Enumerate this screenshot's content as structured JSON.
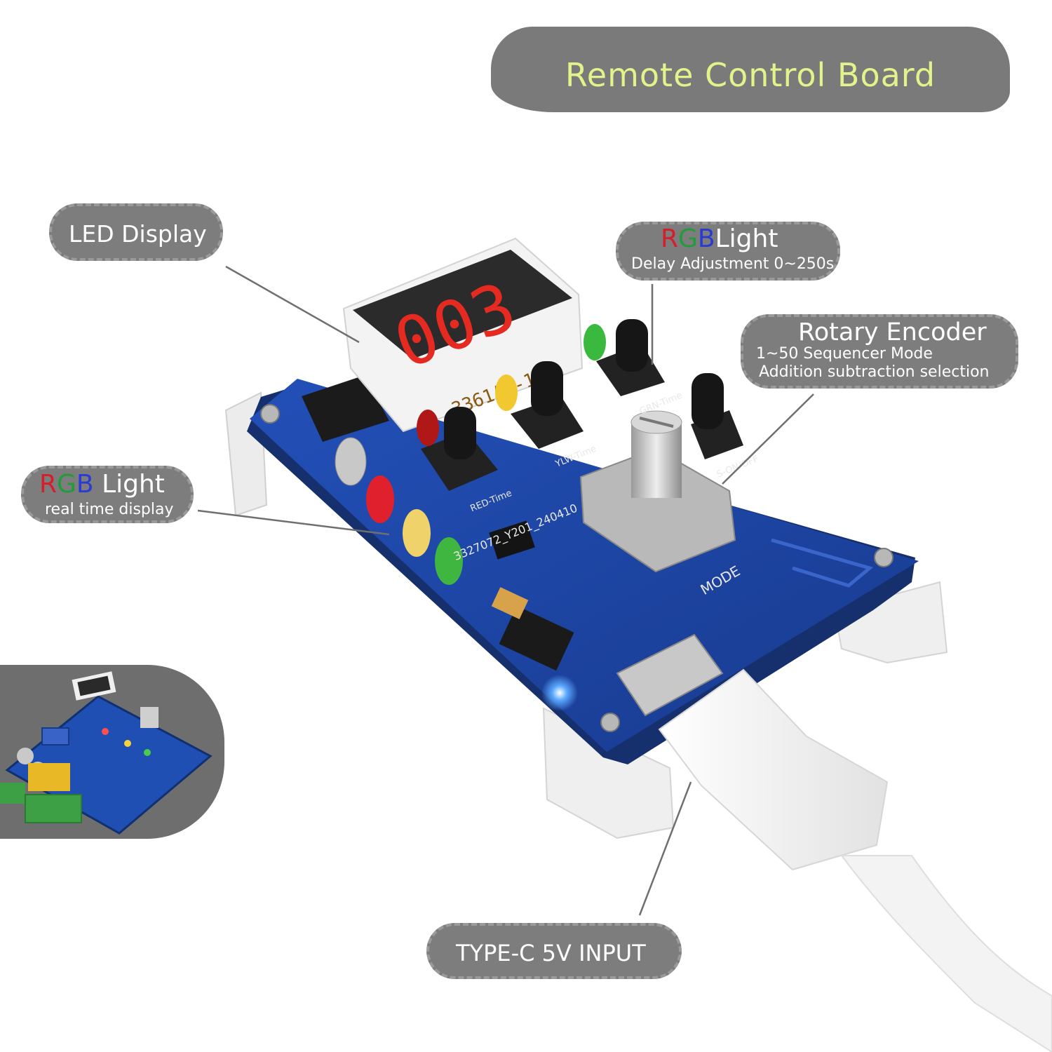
{
  "title": "Remote Control Board",
  "callouts": {
    "led_display": "LED Display",
    "rgb_light_top": {
      "r": "R",
      "g": "G",
      "b": "B",
      "label": "Light",
      "sub": "Delay Adjustment 0~250s"
    },
    "rotary_encoder": {
      "label": "Rotary Encoder",
      "sub1": "1~50 Sequencer Mode",
      "sub2": "Addition  subtraction selection"
    },
    "rgb_light_left": {
      "r": "R",
      "g": "G",
      "b": "B",
      "label": "Light",
      "sub": "real time display"
    },
    "typec_input": "TYPE-C 5V  INPUT"
  },
  "board": {
    "display_digits": "003",
    "display_part_number": "3361AS-15",
    "pcb_text": "3327072_Y201_240410",
    "button_labels": [
      "RED-Time",
      "YLW-Time",
      "GRN-Time",
      "S-ON/OFF"
    ],
    "mode_label": "MODE"
  },
  "colors": {
    "title_text": "#e3f28a",
    "bubble_bg": "#7d7d7d",
    "pcb_blue": "#1b3f9e",
    "segment_red": "#e52a22",
    "led_red": "#e0202c",
    "led_yellow": "#f2c830",
    "led_green": "#3bb83e"
  }
}
